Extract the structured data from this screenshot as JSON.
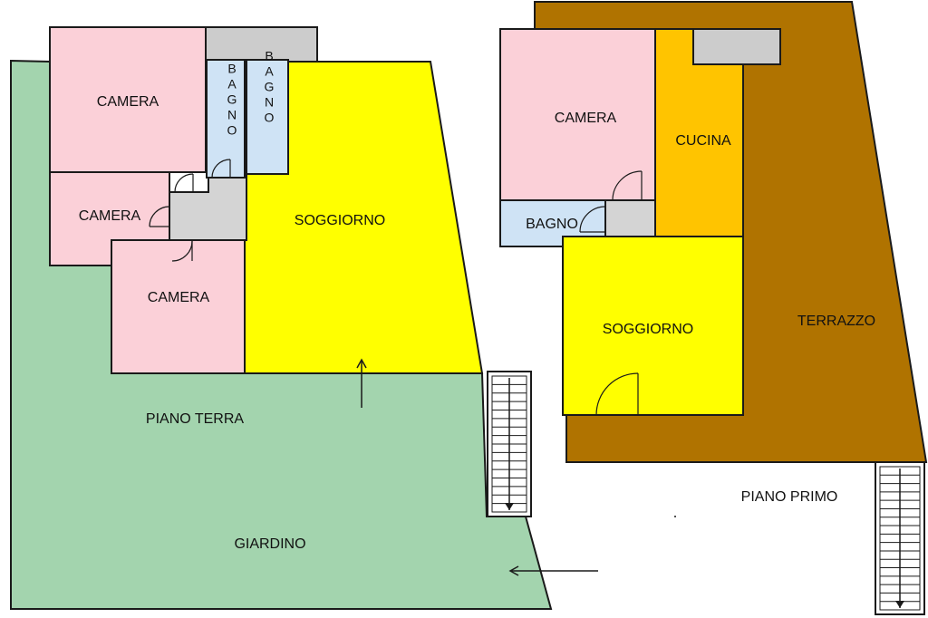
{
  "colors": {
    "garden": "#a3d4ae",
    "bedroom": "#fbd0d8",
    "bathroom": "#cfe3f5",
    "living": "#ffff00",
    "kitchen": "#ffc400",
    "terrace": "#b07300",
    "hall": "#d4d4d4",
    "cabinet": "#cccccc",
    "wall": "#1a1a1a"
  },
  "ground_floor": {
    "camera_1": "CAMERA",
    "camera_2": "CAMERA",
    "camera_3": "CAMERA",
    "bagno_1": "BAGNO",
    "bagno_2": "BAGNO",
    "soggiorno": "SOGGIORNO",
    "floor_label": "PIANO TERRA",
    "giardino": "GIARDINO"
  },
  "first_floor": {
    "camera": "CAMERA",
    "cucina": "CUCINA",
    "bagno": "BAGNO",
    "soggiorno": "SOGGIORNO",
    "terrazzo": "TERRAZZO",
    "floor_label": "PIANO PRIMO"
  }
}
